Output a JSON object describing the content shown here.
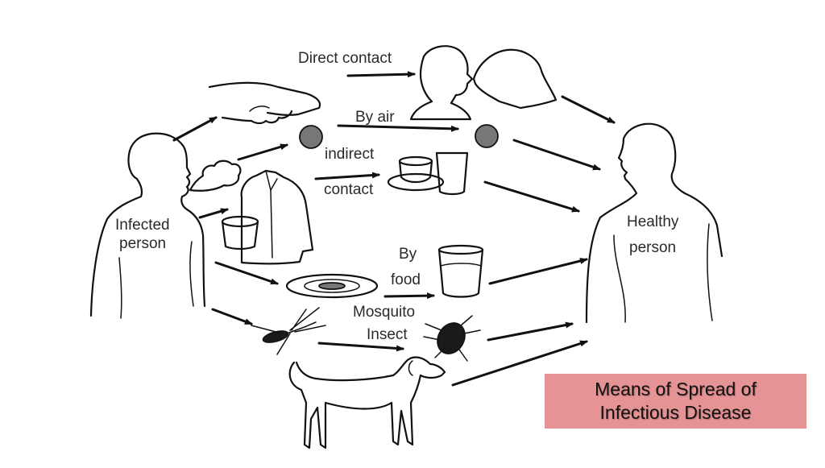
{
  "diagram": {
    "title_lines": [
      "Means of Spread of",
      "Infectious Disease"
    ],
    "caption_color": "#e59394",
    "source": {
      "label_lines": [
        "Infected",
        "person"
      ]
    },
    "target": {
      "label_lines": [
        "Healthy",
        "person"
      ]
    },
    "routes": [
      {
        "id": "direct-contact",
        "label": "Direct contact",
        "icons": [
          "handshake-icon",
          "kissing-couple-icon"
        ]
      },
      {
        "id": "by-air",
        "label": "By air",
        "icons": [
          "cough-cloud-icon",
          "droplet-particle-icon"
        ]
      },
      {
        "id": "indirect-contact",
        "label_lines": [
          "indirect",
          "contact"
        ],
        "icons": [
          "clothing-icon",
          "bucket-icon",
          "cup-saucer-icon",
          "glass-icon"
        ]
      },
      {
        "id": "by-food",
        "label_lines": [
          "By",
          "food"
        ],
        "icons": [
          "plate-icon",
          "water-glass-icon"
        ]
      },
      {
        "id": "insect",
        "label_lines": [
          "Mosquito",
          "Insect"
        ],
        "icons": [
          "mosquito-icon",
          "beetle-icon"
        ]
      },
      {
        "id": "animal",
        "label": "",
        "icons": [
          "dog-icon"
        ]
      }
    ]
  }
}
